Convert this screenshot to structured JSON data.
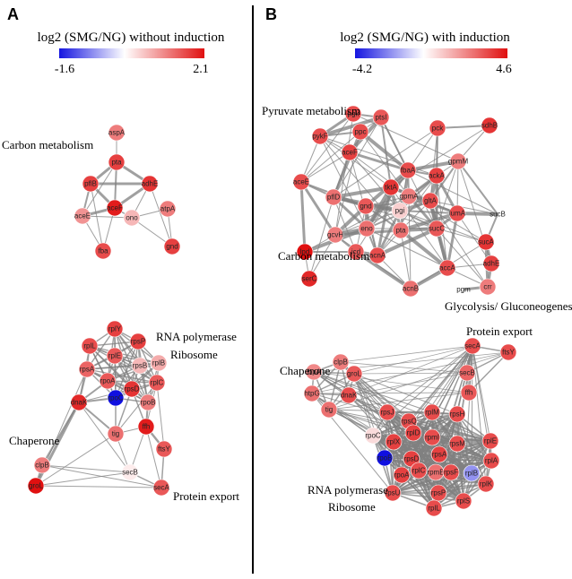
{
  "panel_a": {
    "letter": "A",
    "scale_title": "log2 (SMG/NG) without induction",
    "scale_min": "-1.6",
    "scale_max": "2.1",
    "labels": {
      "carbon": "Carbon metabolism",
      "rnap": "RNA polymerase",
      "ribosome": "Ribosome",
      "chaperone": "Chaperone",
      "export": "Protein export"
    }
  },
  "panel_b": {
    "letter": "B",
    "scale_title": "log2 (SMG/NG) with induction",
    "scale_min": "-4.2",
    "scale_max": "4.6",
    "labels": {
      "pyruvate": "Pyruvate metabolism",
      "carbon": "Carbon metabolism",
      "glyco": "Glycolysis/ Gluconeogenesis",
      "export": "Protein export",
      "chaperone": "Chaperone",
      "rnap": "RNA polymerase",
      "ribosome": "Ribosome"
    }
  },
  "colors": {
    "low": "#1010e0",
    "mid": "#ffffff",
    "high": "#e01010",
    "edge": "#808080"
  },
  "nodes": {
    "a_carbon": [
      {
        "id": "aspA",
        "c": 0.55
      },
      {
        "id": "pta",
        "c": 0.8
      },
      {
        "id": "pflB",
        "c": 0.8
      },
      {
        "id": "adhE",
        "c": 0.85
      },
      {
        "id": "aceF",
        "c": 0.95
      },
      {
        "id": "aceE",
        "c": 0.45
      },
      {
        "id": "ono",
        "c": 0.3
      },
      {
        "id": "atpA",
        "c": 0.55
      },
      {
        "id": "fba",
        "c": 0.75
      },
      {
        "id": "gnd",
        "c": 0.8
      }
    ],
    "a_bottom": [
      {
        "id": "rplY",
        "c": 0.8
      },
      {
        "id": "rplL",
        "c": 0.75
      },
      {
        "id": "rplE",
        "c": 0.7
      },
      {
        "id": "rpsP",
        "c": 0.8
      },
      {
        "id": "rplB",
        "c": 0.35
      },
      {
        "id": "rpsB",
        "c": 0.3
      },
      {
        "id": "rpsA",
        "c": 0.65
      },
      {
        "id": "rpoA",
        "c": 0.7
      },
      {
        "id": "rplC",
        "c": 0.7
      },
      {
        "id": "rpsD",
        "c": 0.85
      },
      {
        "id": "rpoC",
        "c": -1.0
      },
      {
        "id": "rpoB",
        "c": 0.55
      },
      {
        "id": "dnaK",
        "c": 0.9
      },
      {
        "id": "tig",
        "c": 0.6
      },
      {
        "id": "ffh",
        "c": 0.95
      },
      {
        "id": "ftsY",
        "c": 0.7
      },
      {
        "id": "clpB",
        "c": 0.55
      },
      {
        "id": "groL",
        "c": 1.0
      },
      {
        "id": "secB",
        "c": 0.08
      },
      {
        "id": "secA",
        "c": 0.7
      }
    ],
    "b_top": [
      {
        "id": "pgk",
        "c": 0.75
      },
      {
        "id": "ptsI",
        "c": 0.7
      },
      {
        "id": "pykF",
        "c": 0.75
      },
      {
        "id": "ppc",
        "c": 0.75
      },
      {
        "id": "pck",
        "c": 0.75
      },
      {
        "id": "sdhB",
        "c": 0.85
      },
      {
        "id": "aceF",
        "c": 0.8
      },
      {
        "id": "gpmM",
        "c": 0.55
      },
      {
        "id": "fbaA",
        "c": 0.75
      },
      {
        "id": "ackA",
        "c": 0.8
      },
      {
        "id": "aceE",
        "c": 0.75
      },
      {
        "id": "pflD",
        "c": 0.6
      },
      {
        "id": "tktA",
        "c": 0.85
      },
      {
        "id": "gpmA",
        "c": 0.55
      },
      {
        "id": "gltA",
        "c": 0.75
      },
      {
        "id": "gnd",
        "c": 0.7
      },
      {
        "id": "pgi",
        "c": 0.2
      },
      {
        "id": "lumA",
        "c": 0.75
      },
      {
        "id": "sucB",
        "c": 0.0
      },
      {
        "id": "eno",
        "c": 0.6
      },
      {
        "id": "gcvH",
        "c": 0.55
      },
      {
        "id": "sucC",
        "c": 0.7
      },
      {
        "id": "pta",
        "c": 0.6
      },
      {
        "id": "sucA",
        "c": 0.85
      },
      {
        "id": "lpd",
        "c": 1.0
      },
      {
        "id": "icd",
        "c": 0.7
      },
      {
        "id": "acnA",
        "c": 0.75
      },
      {
        "id": "adhE",
        "c": 0.8
      },
      {
        "id": "serC",
        "c": 0.9
      },
      {
        "id": "accA",
        "c": 0.75
      },
      {
        "id": "acnB",
        "c": 0.6
      },
      {
        "id": "pgm",
        "c": 0.0
      },
      {
        "id": "crr",
        "c": 0.55
      }
    ],
    "b_bottom": [
      {
        "id": "secA",
        "c": 0.75
      },
      {
        "id": "ftsY",
        "c": 0.75
      },
      {
        "id": "clpB",
        "c": 0.55
      },
      {
        "id": "ibpA",
        "c": 0.5
      },
      {
        "id": "groL",
        "c": 0.7
      },
      {
        "id": "secB",
        "c": 0.65
      },
      {
        "id": "htpG",
        "c": 0.6
      },
      {
        "id": "dnaK",
        "c": 0.75
      },
      {
        "id": "ffh",
        "c": 0.7
      },
      {
        "id": "tig",
        "c": 0.6
      },
      {
        "id": "rpsJ",
        "c": 0.75
      },
      {
        "id": "rplM",
        "c": 0.75
      },
      {
        "id": "rpsH",
        "c": 0.75
      },
      {
        "id": "rpsQ",
        "c": 0.75
      },
      {
        "id": "rplD",
        "c": 0.8
      },
      {
        "id": "rplE",
        "c": 0.75
      },
      {
        "id": "rpoC",
        "c": 0.15
      },
      {
        "id": "rplX",
        "c": 0.8
      },
      {
        "id": "rpmI",
        "c": 0.75
      },
      {
        "id": "rpsM",
        "c": 0.75
      },
      {
        "id": "rpoB",
        "c": -1.0
      },
      {
        "id": "rpsD",
        "c": 0.8
      },
      {
        "id": "rpsA",
        "c": 0.8
      },
      {
        "id": "rplA",
        "c": 0.75
      },
      {
        "id": "rpoA",
        "c": 0.8
      },
      {
        "id": "rplC",
        "c": 0.75
      },
      {
        "id": "rpmB",
        "c": 0.6
      },
      {
        "id": "rpsF",
        "c": 0.75
      },
      {
        "id": "rplB",
        "c": -0.45
      },
      {
        "id": "rpsU",
        "c": 0.75
      },
      {
        "id": "rpsP",
        "c": 0.75
      },
      {
        "id": "rplK",
        "c": 0.75
      },
      {
        "id": "rplL",
        "c": 0.75
      },
      {
        "id": "rplS",
        "c": 0.75
      }
    ]
  }
}
